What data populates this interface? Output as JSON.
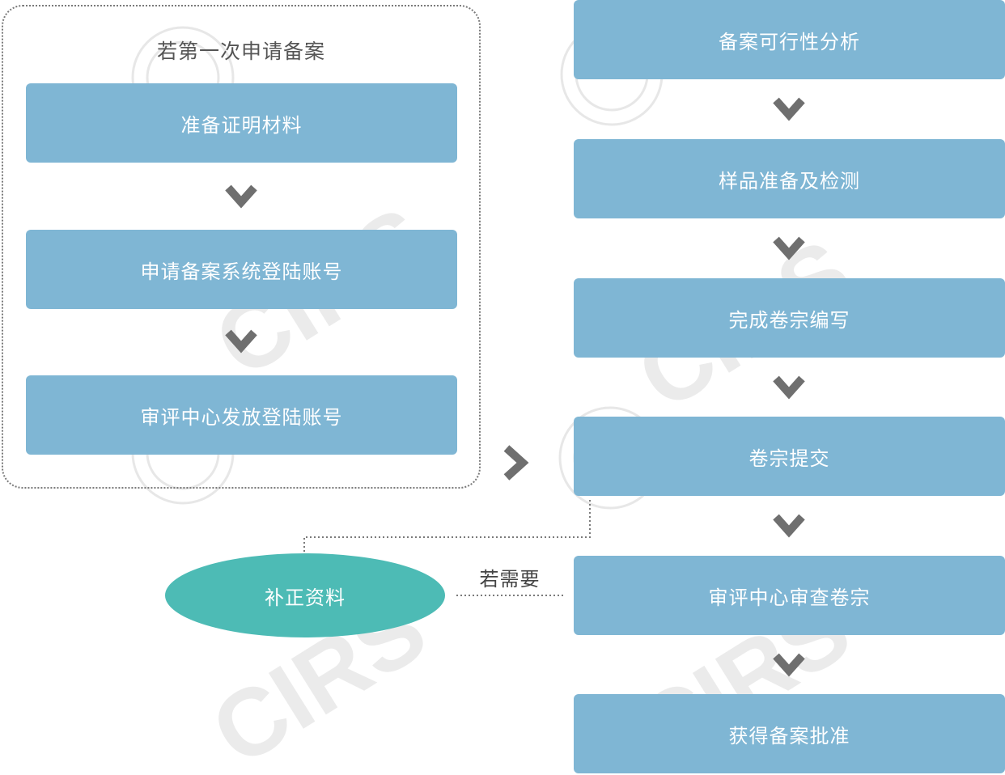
{
  "left_group": {
    "title": "若第一次申请备案",
    "steps": [
      {
        "label": "准备证明材料"
      },
      {
        "label": "申请备案系统登陆账号"
      },
      {
        "label": "审评中心发放登陆账号"
      }
    ]
  },
  "right_flow": {
    "steps": [
      {
        "label": "备案可行性分析"
      },
      {
        "label": "样品准备及检测"
      },
      {
        "label": "完成卷宗编写"
      },
      {
        "label": "卷宗提交"
      },
      {
        "label": "审评中心审查卷宗"
      },
      {
        "label": "获得备案批准"
      }
    ]
  },
  "supplement": {
    "label": "补正资料",
    "condition_label": "若需要"
  },
  "watermark": {
    "text": "CIRS"
  },
  "colors": {
    "step_fill": "#7fb6d4",
    "ellipse_fill": "#4dbbb5",
    "chevron": "#6f6f6f",
    "dotted_line": "#7a7a7a"
  },
  "icons": {
    "down_arrow": "chevron-down-icon",
    "right_arrow": "chevron-right-icon"
  }
}
